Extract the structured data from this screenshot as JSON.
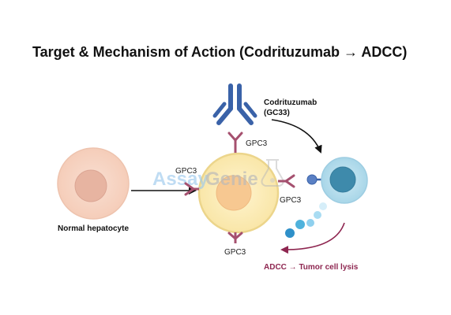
{
  "title": "Target & Mechanism of Action (Codrituzumab → ADCC)",
  "labels": {
    "normal_cell": "Normal hepatocyte",
    "antibody_line1": "Codrituzumab",
    "antibody_line2": "(GC33)",
    "gpc3_top": "GPC3",
    "gpc3_left": "GPC3",
    "gpc3_right": "GPC3",
    "gpc3_bottom": "GPC3",
    "adcc": "ADCC → Tumor cell lysis"
  },
  "watermark": {
    "part1": "Assay",
    "part2": "Genie"
  },
  "colors": {
    "antibody": "#3a62a8",
    "receptor": "#a5506f",
    "normal_cell_fill": "#f8d7c7",
    "tumor_cell_fill": "#fbebb7",
    "tumor_cell_stroke": "#ecd58b",
    "nk_cell_fill": "#b7dcea",
    "adcc_text": "#8e2650",
    "granules": "#4fb2dc"
  },
  "icons": {
    "arrow_normal_to_tumor": "right-arrow-icon",
    "arrow_antibody_to_nk": "curved-arrow-icon",
    "arrow_adcc": "curved-arrow-icon",
    "watermark_logo": "flask-icon"
  }
}
